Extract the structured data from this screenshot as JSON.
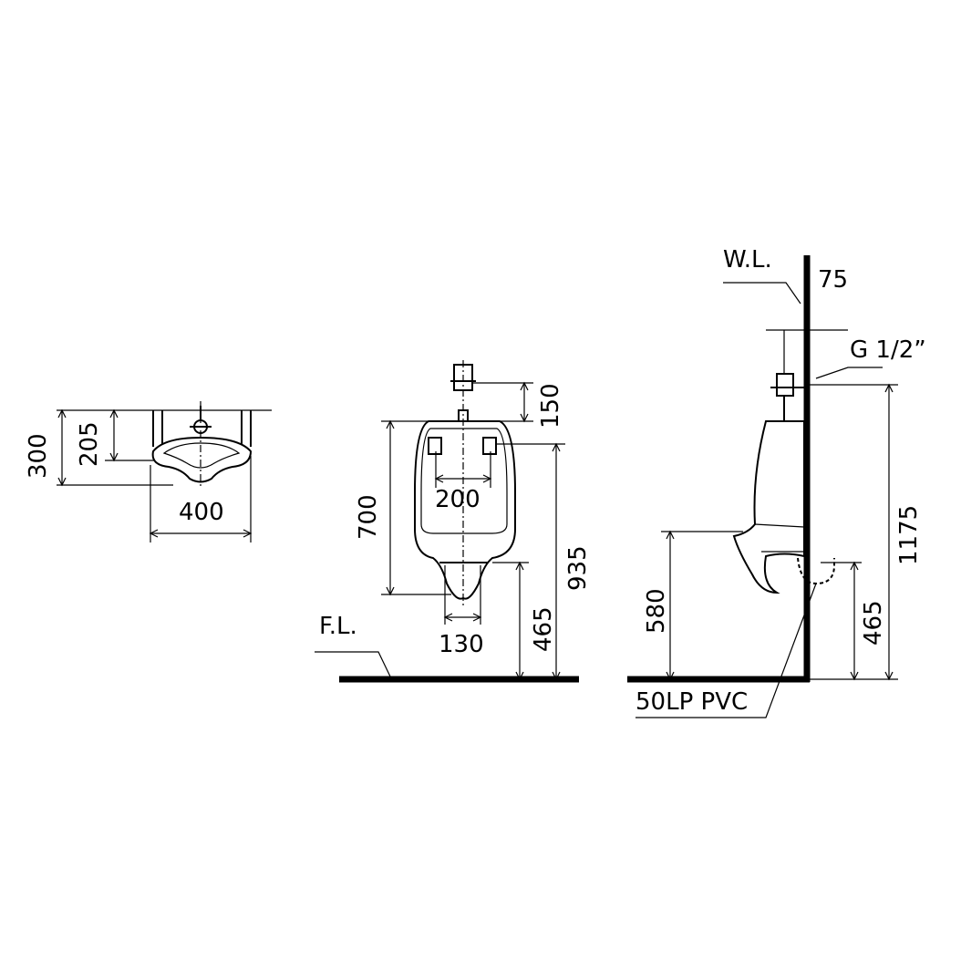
{
  "plan_view": {
    "depth_overall": "300",
    "depth_to_outlet": "205",
    "width": "400"
  },
  "front_view": {
    "height": "700",
    "valve_height": "150",
    "hanger_spacing": "200",
    "top_height": "935",
    "outlet_height": "465",
    "outlet_width": "130",
    "floor_label": "F.L."
  },
  "side_view": {
    "wall_label": "W.L.",
    "wall_offset": "75",
    "inlet_size": "G 1/2”",
    "inlet_height": "1175",
    "rim_height": "580",
    "outlet_height": "465",
    "drain_label": "50LP  PVC"
  }
}
